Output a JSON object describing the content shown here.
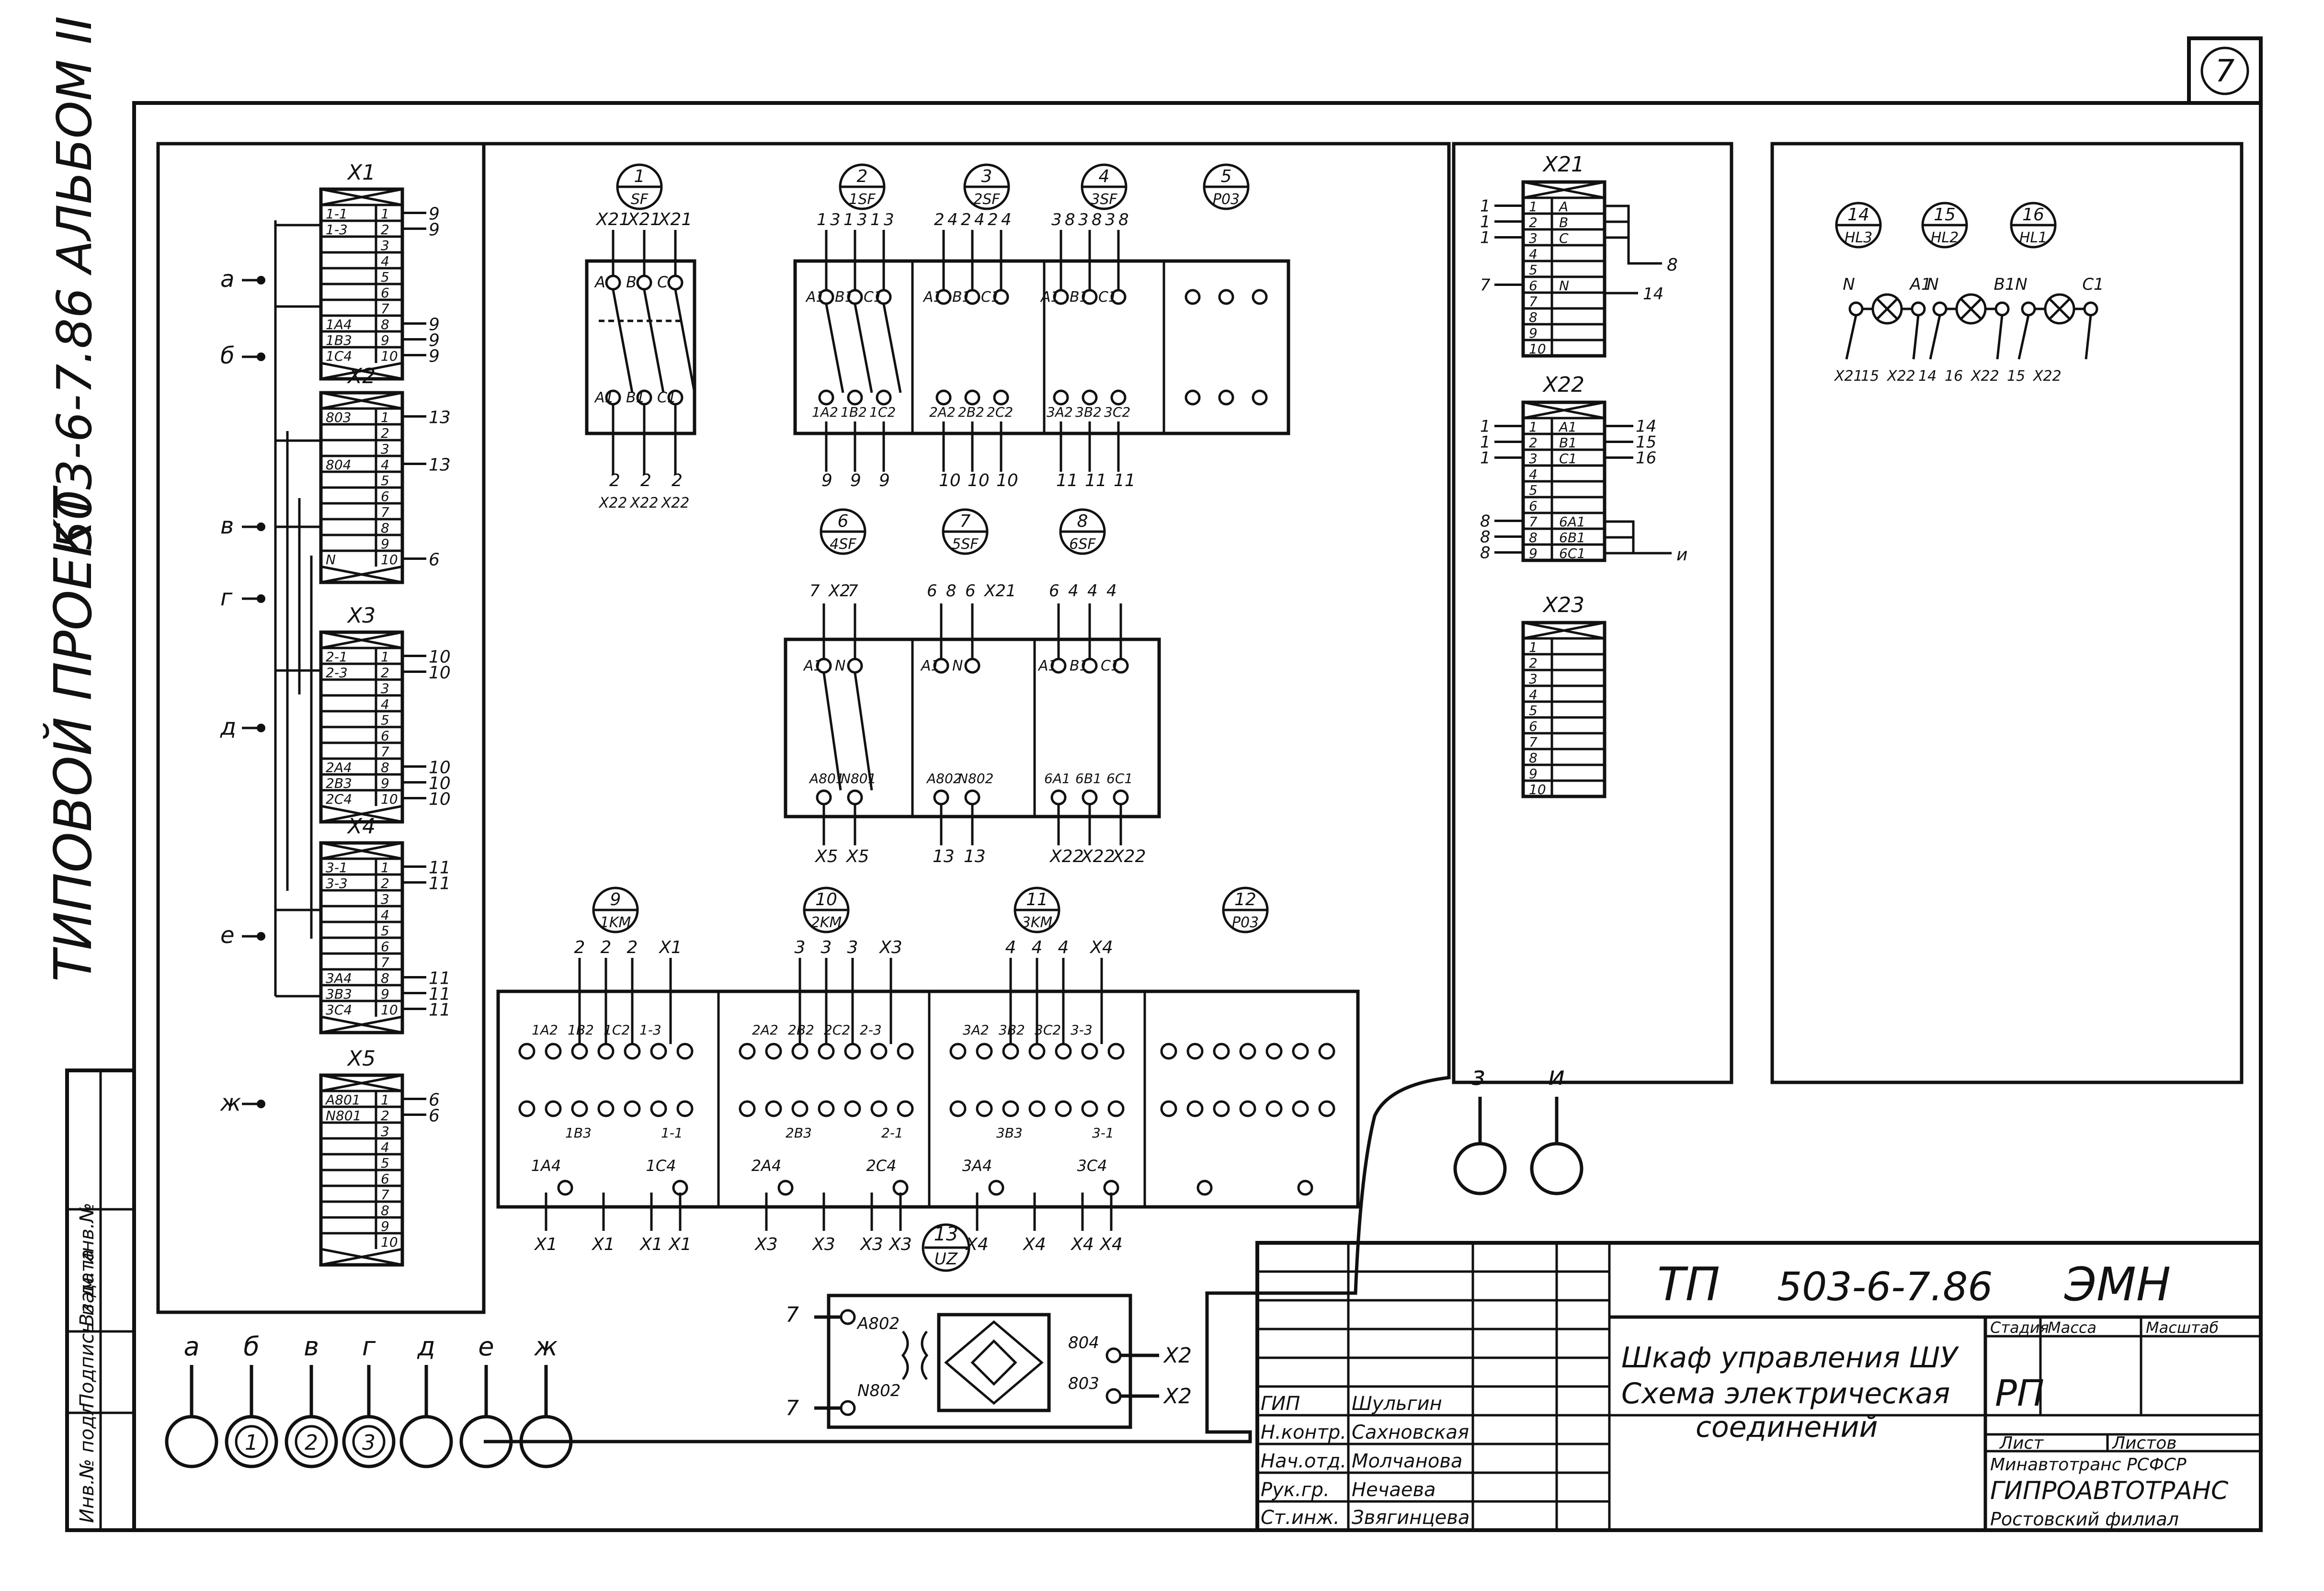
{
  "sheet_number": "7",
  "side_title": {
    "text1": "ТИПОВОЙ ПРОЕКТ",
    "text2": "503-6-7.86",
    "text3": "АЛЬБОМ II"
  },
  "left_stamp": [
    "Инв.№ подл",
    "Подпись и дата",
    "Взам. инв.№"
  ],
  "terminal_blocks": {
    "x1": {
      "title": "X1",
      "rows": [
        "1-1",
        "1-3",
        "",
        "",
        "",
        "",
        "",
        "1А4",
        "1В3",
        "1С4"
      ],
      "nums": [
        "1",
        "2",
        "3",
        "4",
        "5",
        "6",
        "7",
        "8",
        "9",
        "10"
      ],
      "right": [
        "9",
        "9",
        "",
        "",
        "",
        "",
        "",
        "9",
        "9",
        "9"
      ]
    },
    "x2": {
      "title": "X2",
      "rows": [
        "803",
        "",
        "",
        "804",
        "",
        "",
        "",
        "",
        "",
        "N"
      ],
      "nums": [
        "1",
        "2",
        "3",
        "4",
        "5",
        "6",
        "7",
        "8",
        "9",
        "10"
      ],
      "right": [
        "13",
        "",
        "",
        "13",
        "",
        "",
        "",
        "",
        "",
        "6"
      ]
    },
    "x3": {
      "title": "X3",
      "rows": [
        "2-1",
        "2-3",
        "",
        "",
        "",
        "",
        "",
        "2А4",
        "2В3",
        "2С4"
      ],
      "nums": [
        "1",
        "2",
        "3",
        "4",
        "5",
        "6",
        "7",
        "8",
        "9",
        "10"
      ],
      "right": [
        "10",
        "10",
        "",
        "",
        "",
        "",
        "",
        "10",
        "10",
        "10"
      ]
    },
    "x4": {
      "title": "X4",
      "rows": [
        "3-1",
        "3-3",
        "",
        "",
        "",
        "",
        "",
        "3А4",
        "3В3",
        "3С4"
      ],
      "nums": [
        "1",
        "2",
        "3",
        "4",
        "5",
        "6",
        "7",
        "8",
        "9",
        "10"
      ],
      "right": [
        "11",
        "11",
        "",
        "",
        "",
        "",
        "",
        "11",
        "11",
        "11"
      ]
    },
    "x5": {
      "title": "X5",
      "rows": [
        "А801",
        "N801",
        "",
        "",
        "",
        "",
        "",
        "",
        "",
        ""
      ],
      "nums": [
        "1",
        "2",
        "3",
        "4",
        "5",
        "6",
        "7",
        "8",
        "9",
        "10"
      ],
      "right": [
        "6",
        "6",
        "",
        "",
        "",
        "",
        "",
        "",
        "",
        ""
      ]
    },
    "x21": {
      "title": "X21",
      "rows": [
        "А",
        "В",
        "С",
        "",
        "",
        "N",
        "",
        "",
        "",
        ""
      ],
      "nums": [
        "1",
        "2",
        "3",
        "4",
        "5",
        "6",
        "7",
        "8",
        "9",
        "10"
      ],
      "left": [
        "1",
        "1",
        "1",
        "",
        "",
        "7",
        "",
        "",
        "",
        ""
      ],
      "out1": "8",
      "out2": "14"
    },
    "x22": {
      "title": "X22",
      "rows": [
        "А1",
        "В1",
        "С1",
        "",
        "",
        "",
        "6А1",
        "6В1",
        "6С1"
      ],
      "nums": [
        "1",
        "2",
        "3",
        "4",
        "5",
        "6",
        "7",
        "8",
        "9"
      ],
      "left": [
        "1",
        "1",
        "1",
        "",
        "",
        "",
        "8",
        "8",
        "8"
      ],
      "right": [
        "14",
        "15",
        "16",
        "",
        "",
        "",
        "",
        "",
        ""
      ],
      "out": "и"
    },
    "x23": {
      "title": "X23",
      "nums": [
        "1",
        "2",
        "3",
        "4",
        "5",
        "6",
        "7",
        "8",
        "9",
        "10"
      ]
    }
  },
  "bus_letters": [
    "а",
    "б",
    "в",
    "г",
    "д",
    "е",
    "ж"
  ],
  "devices_top": [
    {
      "num": "1",
      "code": "SF",
      "top": [
        "X21",
        "X21",
        "X21"
      ],
      "in": [
        "A",
        "B",
        "C"
      ],
      "out": [
        "A1",
        "B1",
        "C1"
      ],
      "bot": [
        "2",
        "2",
        "2"
      ],
      "bot2": [
        "X22",
        "X22",
        "X22"
      ]
    },
    {
      "num": "2",
      "code": "1SF",
      "top": [
        "1",
        "3",
        "1",
        "3",
        "1",
        "3"
      ],
      "in": [
        "A1",
        "B1",
        "C1"
      ],
      "out": [
        "1A2",
        "1B2",
        "1C2"
      ],
      "bot": [
        "9",
        "9",
        "9"
      ]
    },
    {
      "num": "3",
      "code": "2SF",
      "top": [
        "2",
        "4",
        "2",
        "4",
        "2",
        "4"
      ],
      "in": [
        "A1",
        "B1",
        "C1"
      ],
      "out": [
        "2A2",
        "2B2",
        "2C2"
      ],
      "bot": [
        "10",
        "10",
        "10"
      ]
    },
    {
      "num": "4",
      "code": "3SF",
      "top": [
        "3",
        "8",
        "3",
        "8",
        "3",
        "8"
      ],
      "in": [
        "A1",
        "B1",
        "C1"
      ],
      "out": [
        "3A2",
        "3B2",
        "3C2"
      ],
      "bot": [
        "11",
        "11",
        "11"
      ]
    },
    {
      "num": "5",
      "code": "Р03"
    }
  ],
  "devices_mid": [
    {
      "num": "6",
      "code": "4SF",
      "top": [
        "7",
        "X2",
        "7"
      ],
      "in": [
        "A1",
        "N"
      ],
      "out": [
        "A801",
        "N801"
      ],
      "bot": [
        "X5",
        "X5"
      ]
    },
    {
      "num": "7",
      "code": "5SF",
      "top": [
        "6",
        "8",
        "6",
        "X21"
      ],
      "in": [
        "A1",
        "N"
      ],
      "out": [
        "A802",
        "N802"
      ],
      "bot": [
        "13",
        "13"
      ]
    },
    {
      "num": "8",
      "code": "6SF",
      "top": [
        "6",
        "4",
        "4",
        "4"
      ],
      "in": [
        "A1",
        "B1",
        "C1"
      ],
      "out": [
        "6A1",
        "6B1",
        "6C1"
      ],
      "bot": [
        "X22",
        "X22",
        "X22"
      ]
    }
  ],
  "devices_contactors": [
    {
      "num": "9",
      "code": "1KM",
      "top": [
        "2",
        "2",
        "2",
        "X1"
      ],
      "labels": [
        "1A2",
        "1B2",
        "1C2",
        "1-3",
        "1B3",
        "1-1",
        "1A4",
        "1C4"
      ],
      "bot": [
        "X1",
        "X1",
        "X1",
        "X1"
      ]
    },
    {
      "num": "10",
      "code": "2KM",
      "top": [
        "3",
        "3",
        "3",
        "X3"
      ],
      "labels": [
        "2A2",
        "2B2",
        "2C2",
        "2-3",
        "2B3",
        "2-1",
        "2A4",
        "2C4"
      ],
      "bot": [
        "X3",
        "X3",
        "X3",
        "X3"
      ]
    },
    {
      "num": "11",
      "code": "3KM",
      "top": [
        "4",
        "4",
        "4",
        "X4"
      ],
      "labels": [
        "3A2",
        "3B2",
        "3C2",
        "3-3",
        "3B3",
        "3-1",
        "3A4",
        "3C4"
      ],
      "bot": [
        "X4",
        "X4",
        "X4",
        "X4"
      ]
    },
    {
      "num": "12",
      "code": "Р03"
    }
  ],
  "rectifier": {
    "num": "13",
    "code": "UZ",
    "in": [
      "А802",
      "N802"
    ],
    "in_wires": [
      "7",
      "7"
    ],
    "out": [
      "804",
      "803"
    ],
    "out_wires": [
      "X2",
      "X2"
    ]
  },
  "lamps": [
    {
      "num": "14",
      "code": "HL3",
      "pins": [
        "N",
        "A1"
      ],
      "wires": [
        "X21",
        "15",
        "X22"
      ]
    },
    {
      "num": "15",
      "code": "HL2",
      "pins": [
        "N",
        "B1"
      ],
      "wires": [
        "14",
        "16",
        "X22"
      ]
    },
    {
      "num": "16",
      "code": "HL1",
      "pins": [
        "N",
        "C1"
      ],
      "wires": [
        "15",
        "X22"
      ]
    }
  ],
  "cable_glands_right": [
    "з",
    "и"
  ],
  "cable_glands_bottom": [
    {
      "letter": "а",
      "num": ""
    },
    {
      "letter": "б",
      "num": "1"
    },
    {
      "letter": "в",
      "num": "2"
    },
    {
      "letter": "г",
      "num": "3"
    },
    {
      "letter": "д",
      "num": ""
    },
    {
      "letter": "е",
      "num": ""
    },
    {
      "letter": "ж",
      "num": ""
    }
  ],
  "title_block": {
    "project": "ТП",
    "code": "503-6-7.86",
    "mark": "ЭМН",
    "title_line1": "Шкаф управления ШУ",
    "title_line2": "Схема электрическая",
    "title_line3": "соединений",
    "stage_hdr": "Стадия",
    "mass_hdr": "Масса",
    "scale_hdr": "Масштаб",
    "stage": "РП",
    "sheet_hdr": "Лист",
    "sheets_hdr": "Листов",
    "org1": "Минавтотранс РСФСР",
    "org2": "ГИПРОАВТОТРАНС",
    "org3": "Ростовский филиал",
    "roles": [
      "ГИП",
      "Н.контр.",
      "Нач.отд.",
      "Рук.гр.",
      "Ст.инж."
    ],
    "names": [
      "Шульгин",
      "Сахновская",
      "Молчанова",
      "Нечаева",
      "Звягинцева"
    ]
  }
}
